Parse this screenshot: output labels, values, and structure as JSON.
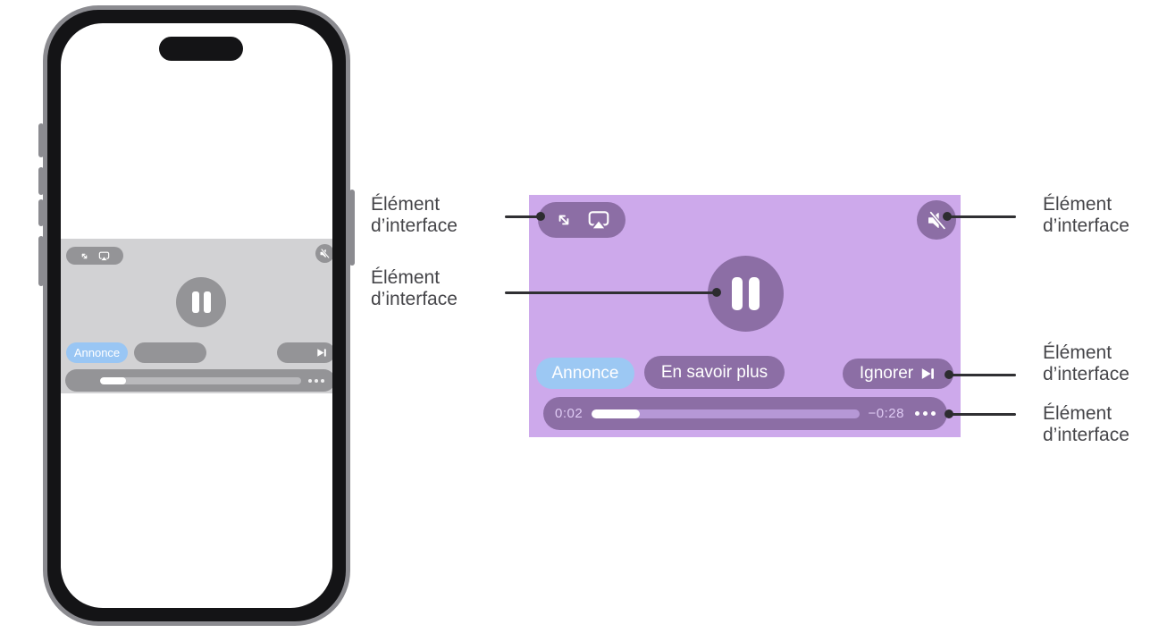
{
  "callout": {
    "line1": "Élément",
    "line2": "d’interface"
  },
  "phone_player": {
    "announce_badge": "Annonce",
    "progress": {
      "percent": 13
    },
    "icons": [
      "fullscreen",
      "airplay",
      "mute",
      "pause",
      "skip-next",
      "more"
    ]
  },
  "panel_player": {
    "announce_badge": "Annonce",
    "learn_more_button": "En savoir plus",
    "skip_button": "Ignorer",
    "progress": {
      "elapsed": "0:02",
      "remaining": "−0:28",
      "percent": 18
    },
    "colors": {
      "background": "#CDA9EB",
      "control": "#8C6EA5",
      "track": "#B698D6",
      "announce_badge": "#9CC8F3",
      "progress_fill": "#FFFFFF"
    }
  },
  "phone_colors": {
    "player_background": "#D2D2D4",
    "control": "#949497",
    "announce_badge": "#99C6F4",
    "frame": "#8B8B90"
  }
}
